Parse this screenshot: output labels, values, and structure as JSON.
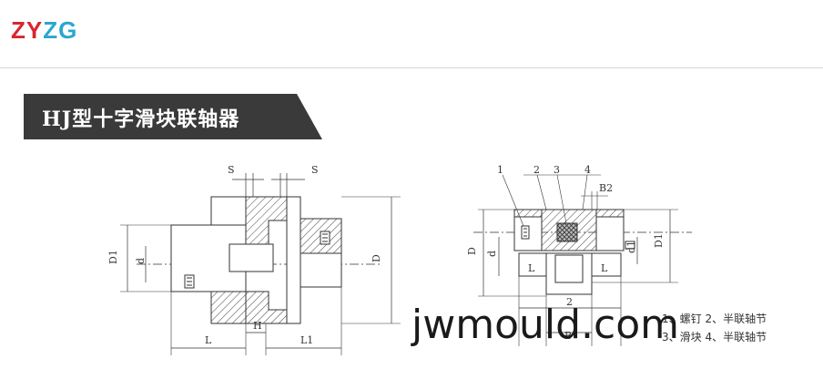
{
  "brand": {
    "part1": "ZY",
    "part2": "ZG",
    "color_red": "#d8262e",
    "color_blue": "#2aa7cf"
  },
  "header": {
    "title": "HJ型十字滑块联轴器",
    "band_color": "#3a3a3a"
  },
  "diagram_left": {
    "labels": {
      "s_left": "S",
      "s_right": "S",
      "D1": "D1",
      "d": "d",
      "D": "D",
      "L": "L",
      "H": "H",
      "L1": "L1"
    }
  },
  "diagram_right": {
    "labels": {
      "n1": "1",
      "n2": "2",
      "n3": "3",
      "n4": "4",
      "B2": "B2",
      "D": "D",
      "d": "d",
      "d1": "d1",
      "D1": "D1",
      "L_left": "L",
      "L_right": "L",
      "two": "2",
      "B": "B"
    }
  },
  "legend": {
    "line1": "1、螺钉 2、半联轴节",
    "line2": "3、滑块 4、半联轴节"
  },
  "watermark": "jwmould.com"
}
